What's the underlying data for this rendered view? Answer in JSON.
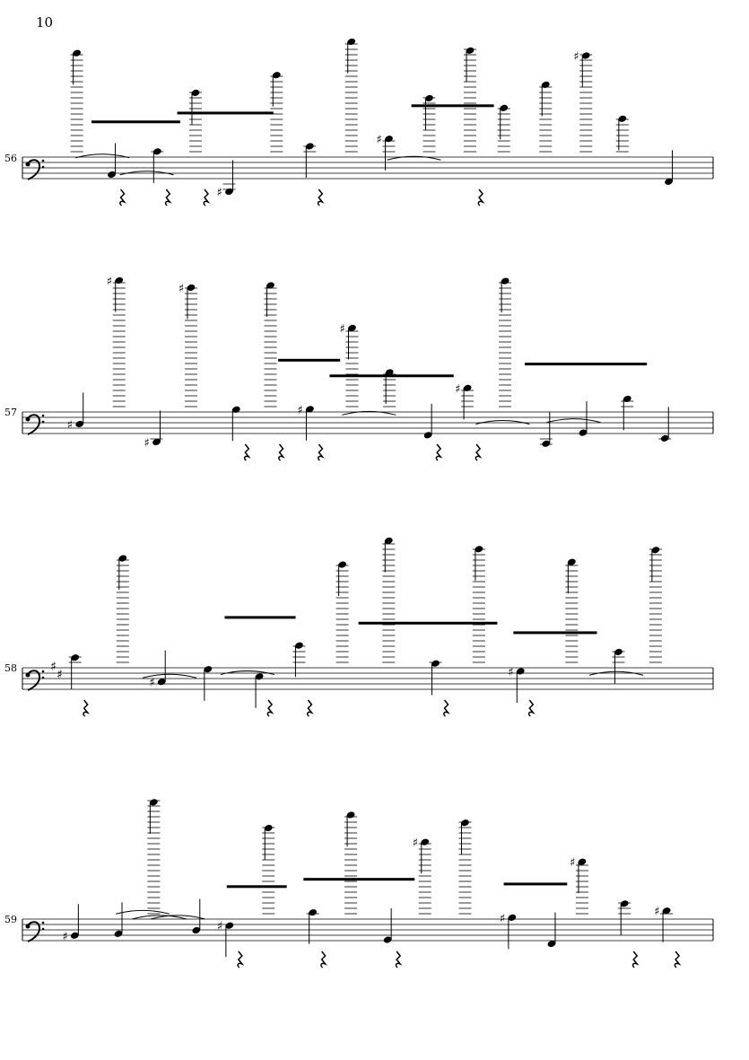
{
  "page": {
    "number": "10"
  },
  "systems": [
    {
      "measure_number": "56",
      "key": "C"
    },
    {
      "measure_number": "57",
      "key": "C"
    },
    {
      "measure_number": "58",
      "key": "D"
    },
    {
      "measure_number": "59",
      "key": "C"
    }
  ],
  "colors": {
    "ink": "#000000",
    "paper": "#ffffff"
  }
}
